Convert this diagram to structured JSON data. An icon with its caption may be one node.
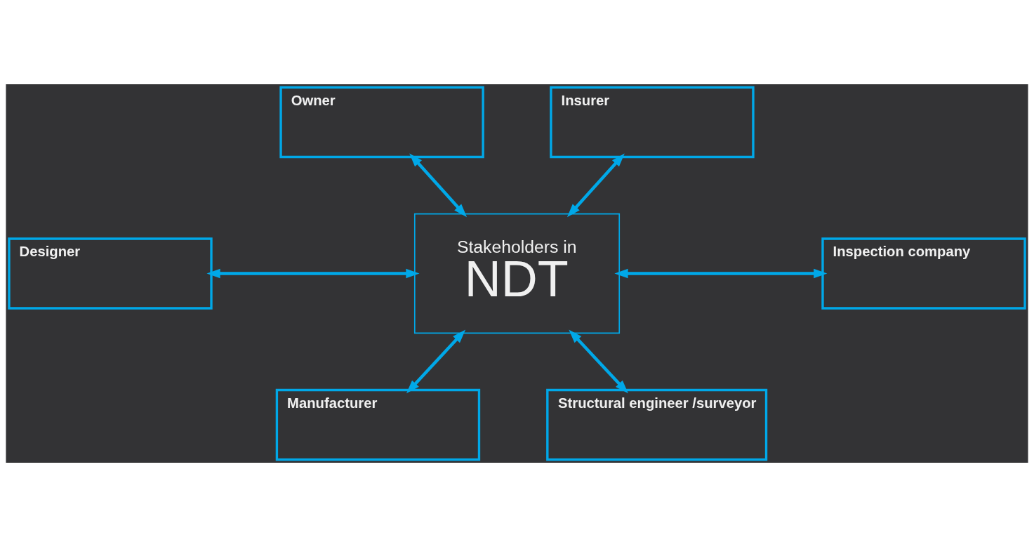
{
  "diagram": {
    "nodes": [
      {
        "text": [
          "Owner"
        ]
      },
      {
        "text": [
          "Insurer"
        ]
      },
      {
        "text": [
          "Designer"
        ]
      },
      {
        "text": [
          "Stakeholders in",
          "NDT"
        ]
      },
      {
        "text": [
          "Inspection company"
        ]
      },
      {
        "text": [
          "Manufacturer"
        ]
      },
      {
        "text": [
          "Structural engineer /surveyor"
        ]
      }
    ],
    "edges": [
      {
        "from": 0,
        "to": 3,
        "arrow": "both"
      },
      {
        "from": 1,
        "to": 3,
        "arrow": "both"
      },
      {
        "from": 2,
        "to": 3,
        "arrow": "both"
      },
      {
        "from": 3,
        "to": 4,
        "arrow": "both"
      },
      {
        "from": 3,
        "to": 5,
        "arrow": "both"
      },
      {
        "from": 3,
        "to": 6,
        "arrow": "both"
      }
    ]
  }
}
